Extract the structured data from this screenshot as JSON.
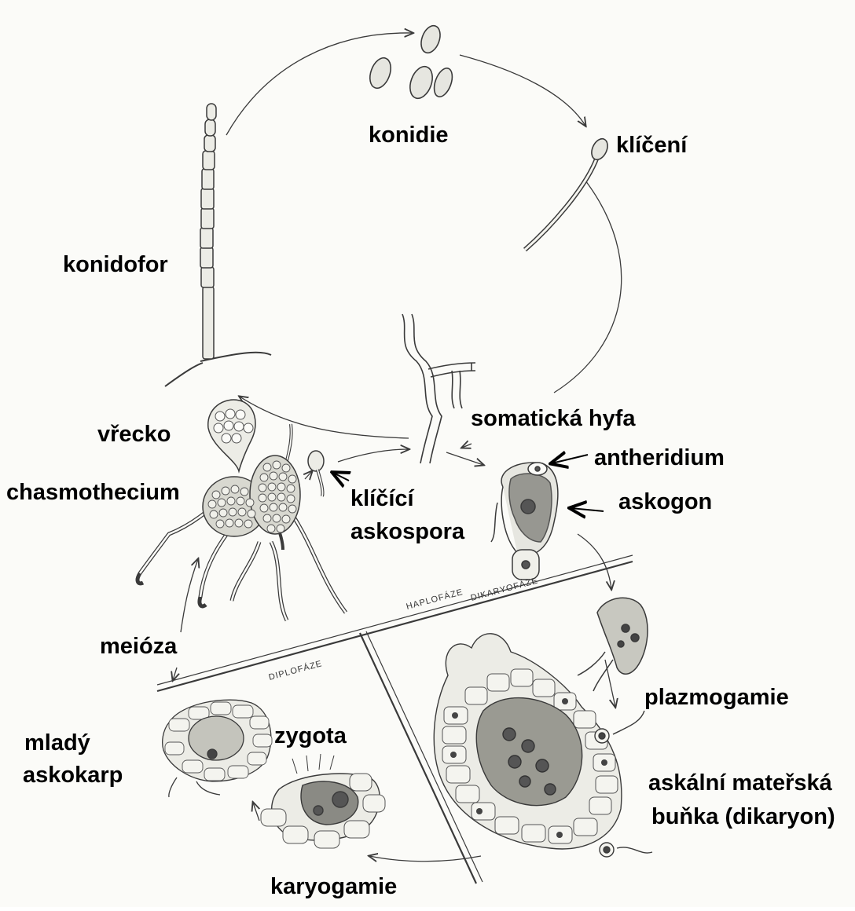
{
  "labels": {
    "konidie": "konidie",
    "kliceni": "klíčení",
    "konidofor": "konidofor",
    "somaticka_hyfa": "somatická hyfa",
    "vrecko": "vřecko",
    "antheridium": "antheridium",
    "chasmothecium": "chasmothecium",
    "askogon": "askogon",
    "klicici": "klíčící",
    "askospora": "askospora",
    "meioza": "meióza",
    "plazmogamie": "plazmogamie",
    "mlady": "mladý",
    "askokarp": "askokarp",
    "zygota": "zygota",
    "askalni_materska": "askální mateřská",
    "bunka_dikaryon": "buňka (dikaryon)",
    "karyogamie": "karyogamie"
  },
  "phases": {
    "haplofaze": "HAPLOFÁZE",
    "dikaryofaze": "DIKARYOFÁZE",
    "diplofaze": "DIPLOFÁZE"
  },
  "colors": {
    "line": "#3a3a3a",
    "fill": "#e6e6e0",
    "dark": "#6a6a66"
  }
}
